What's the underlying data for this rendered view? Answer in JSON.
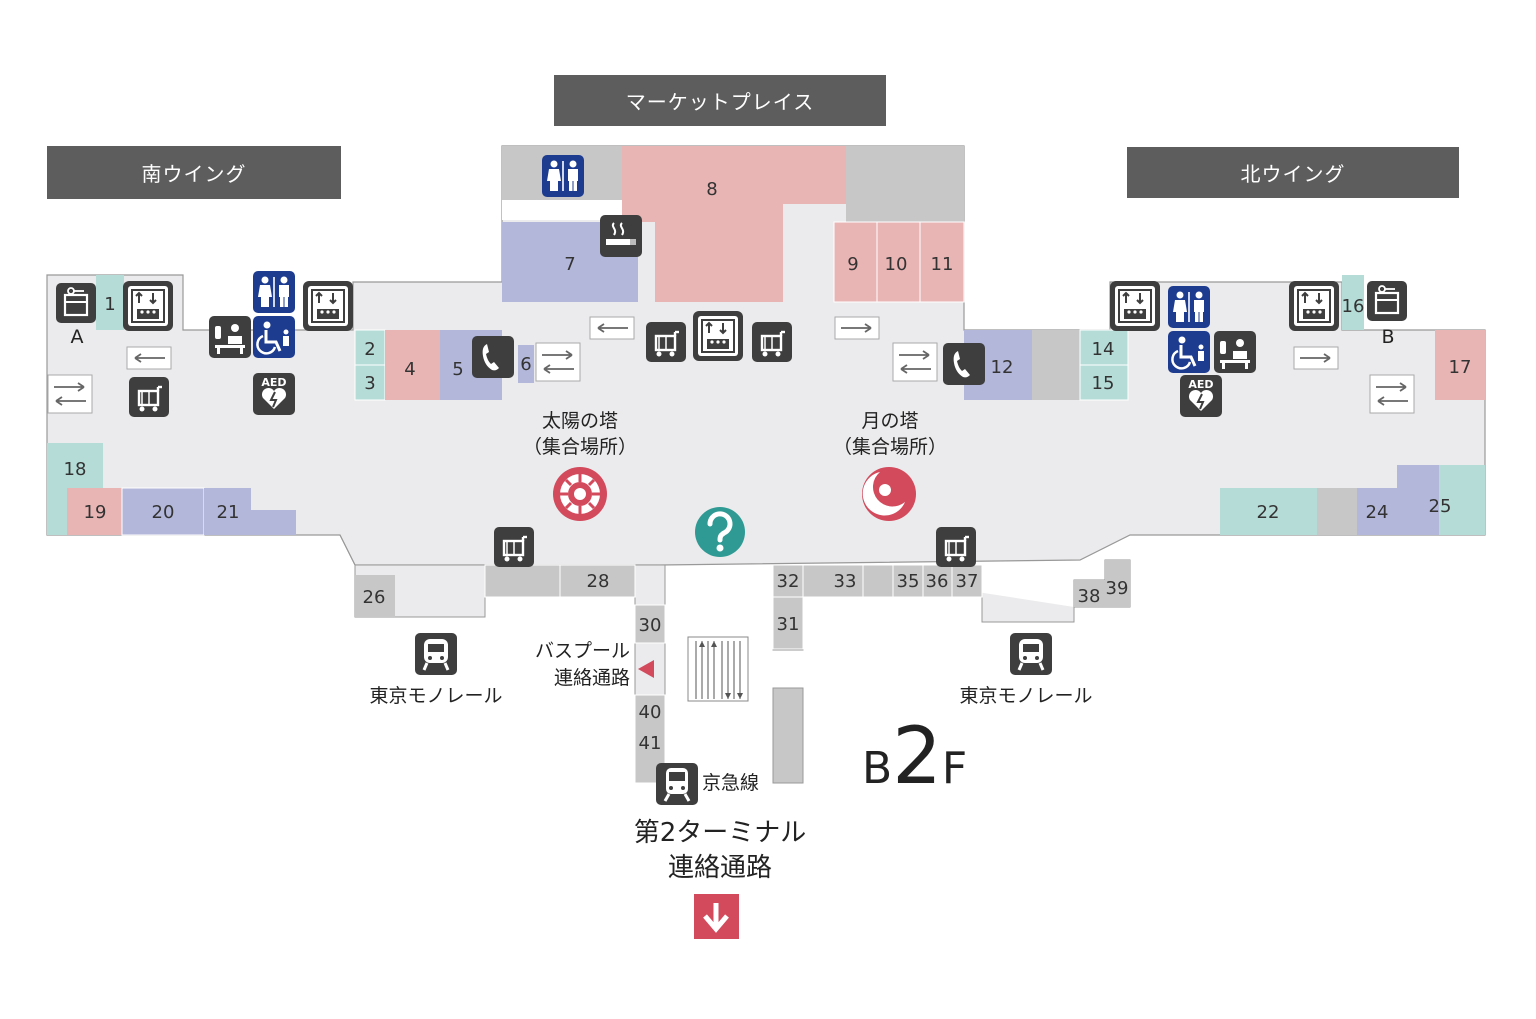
{
  "headers": {
    "south": "南ウイング",
    "market": "マーケットプレイス",
    "north": "北ウイング"
  },
  "spots": {
    "sun_tower": "太陽の塔",
    "sun_sub": "（集合場所）",
    "moon_tower": "月の塔",
    "moon_sub": "（集合場所）"
  },
  "transit": {
    "monorail_left": "東京モノレール",
    "monorail_right": "東京モノレール",
    "bus_pool_1": "バスプール",
    "bus_pool_2": "連絡通路",
    "keikyu": "京急線",
    "t2_1": "第2ターミナル",
    "t2_2": "連絡通路"
  },
  "lockers": {
    "a": "A",
    "b": "B"
  },
  "floor": {
    "b": "B",
    "num": "2",
    "f": "F"
  },
  "shops": [
    "1",
    "2",
    "3",
    "4",
    "5",
    "6",
    "7",
    "8",
    "9",
    "10",
    "11",
    "12",
    "14",
    "15",
    "16",
    "17",
    "18",
    "19",
    "20",
    "21",
    "22",
    "24",
    "25",
    "26",
    "28",
    "30",
    "31",
    "32",
    "33",
    "35",
    "36",
    "37",
    "38",
    "39",
    "40",
    "41"
  ],
  "icons": [
    "restroom-icon",
    "smoking-icon",
    "elevator-icon",
    "locker-icon",
    "cart-icon",
    "phone-icon",
    "accessible-restroom-icon",
    "baby-care-icon",
    "aed-icon",
    "info-icon",
    "monorail-icon",
    "train-icon",
    "sun-icon",
    "moon-icon",
    "down-arrow-icon"
  ],
  "colors": {
    "floor": "#ebebed",
    "pink": "#e8b4b4",
    "purple": "#b3b7da",
    "teal": "#b6dcd8",
    "gray": "#c7c7c7",
    "icon_dark": "#3e3e3e",
    "icon_blue": "#1d3c8f",
    "accent_red": "#d24a5c",
    "info_teal": "#2f9a93"
  }
}
